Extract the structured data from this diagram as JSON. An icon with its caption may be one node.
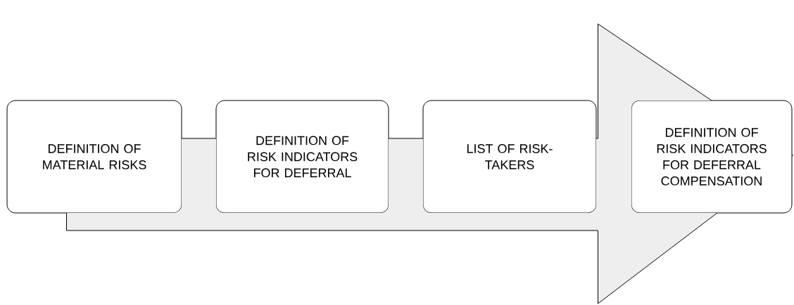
{
  "diagram": {
    "nodes": [
      {
        "text": [
          "DEFINITION OF MATERIAL RISKS"
        ]
      },
      {
        "text": [
          "DEFINITION OF RISK INDICATORS FOR DEFERRAL"
        ]
      },
      {
        "text": [
          "LIST OF RISK-TAKERS"
        ]
      },
      {
        "text": [
          "DEFINITION OF RISK INDICATORS FOR DEFERRAL COMPENSATION"
        ]
      }
    ],
    "edges": [
      {
        "from": 0,
        "to": 3,
        "arrow": "to"
      }
    ]
  }
}
